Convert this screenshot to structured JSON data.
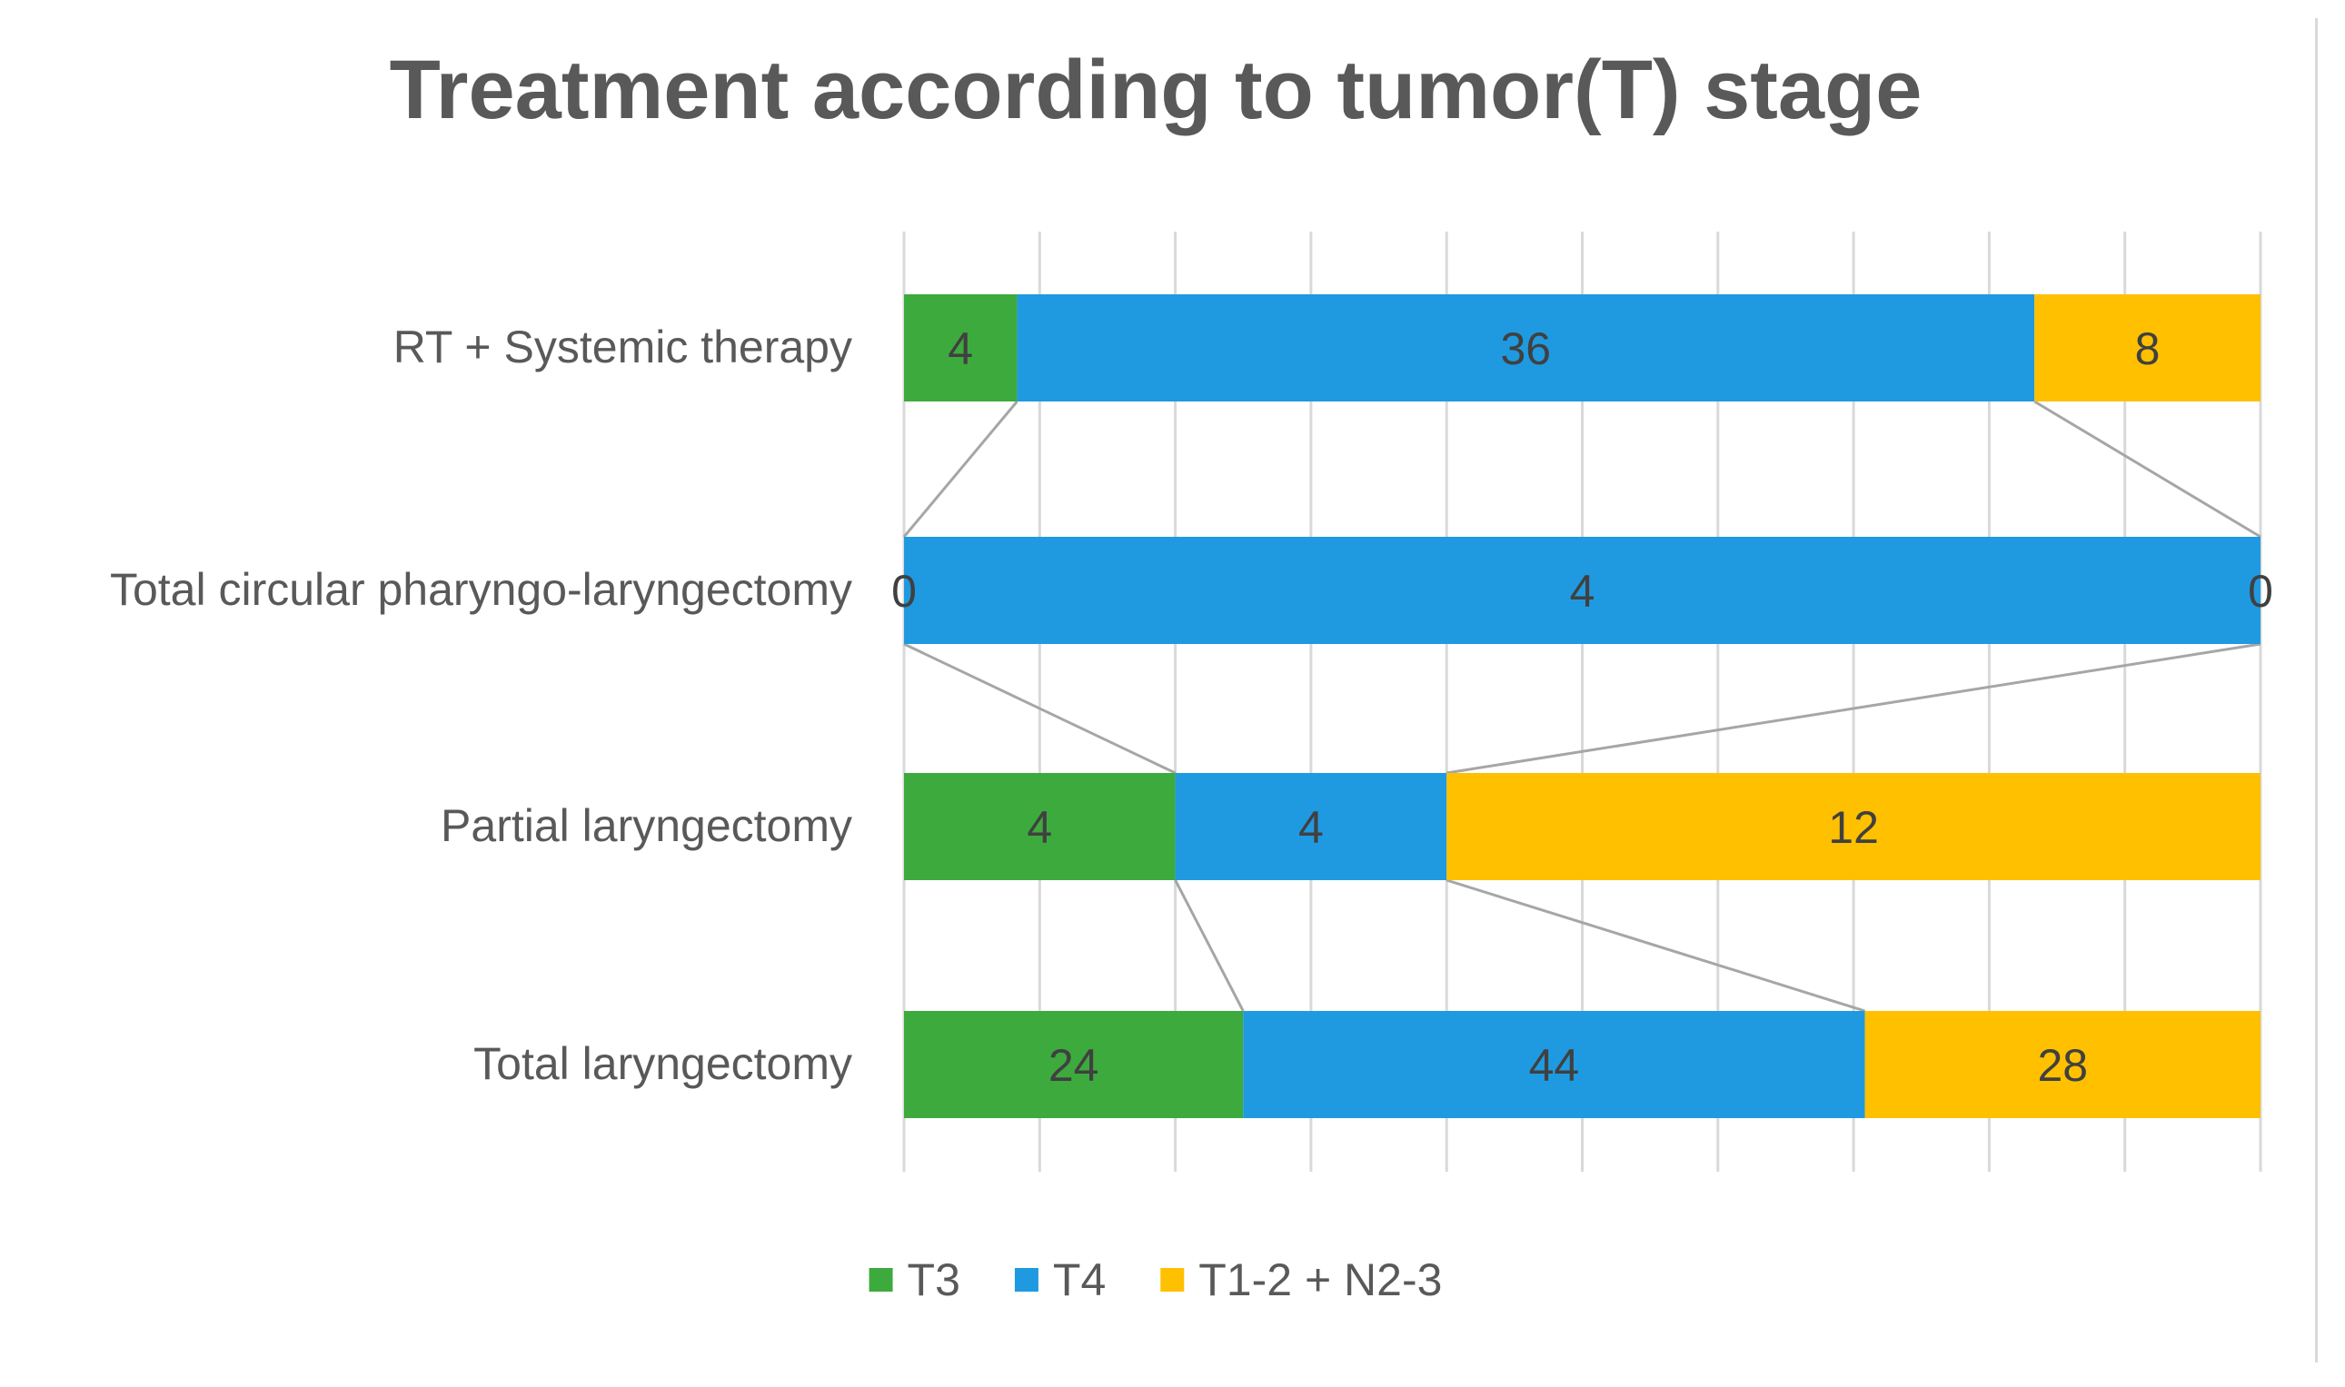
{
  "chart_data": {
    "type": "bar",
    "orientation": "horizontal",
    "stacked": "percent",
    "title": "Treatment according to tumor(T) stage",
    "xlabel": "",
    "ylabel": "",
    "xlim": [
      0,
      100
    ],
    "grid": true,
    "series_lines": true,
    "legend_position": "bottom",
    "categories": [
      "RT + Systemic therapy",
      "Total circular pharyngo-laryngectomy",
      "Partial laryngectomy",
      "Total laryngectomy"
    ],
    "series": [
      {
        "name": "T3",
        "color": "#3daa3d",
        "values": [
          4,
          0,
          4,
          24
        ]
      },
      {
        "name": "T4",
        "color": "#1f9ae0",
        "values": [
          36,
          4,
          4,
          44
        ]
      },
      {
        "name": "T1-2 + N2-3",
        "color": "#ffc000",
        "values": [
          8,
          0,
          12,
          28
        ]
      }
    ]
  }
}
